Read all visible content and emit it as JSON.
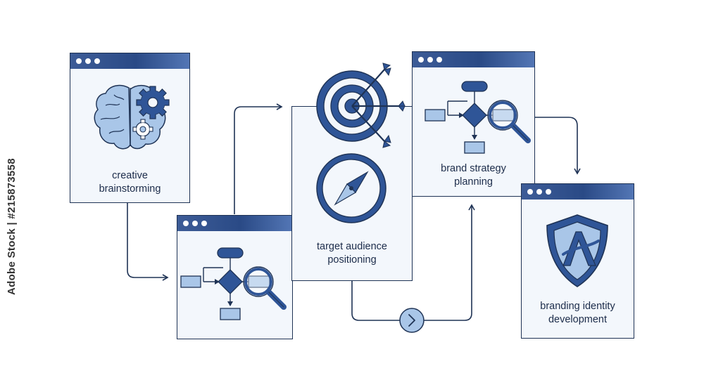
{
  "steps": {
    "creative": {
      "line1": "creative",
      "line2": "brainstorming"
    },
    "target": {
      "line1": "target audience",
      "line2": "positioning"
    },
    "strategy": {
      "line1": "brand strategy",
      "line2": "planning"
    },
    "identity": {
      "line1": "branding identity",
      "line2": "development"
    }
  },
  "watermark": "Adobe Stock | #215873558",
  "colors": {
    "primary": "#2f5597",
    "light": "#a9c6e8",
    "outline": "#1f3355"
  },
  "icons": [
    "brain-gears-icon",
    "flowchart-magnifier-icon",
    "target-arrows-icon",
    "compass-icon",
    "shield-logo-icon",
    "next-arrow-icon"
  ]
}
